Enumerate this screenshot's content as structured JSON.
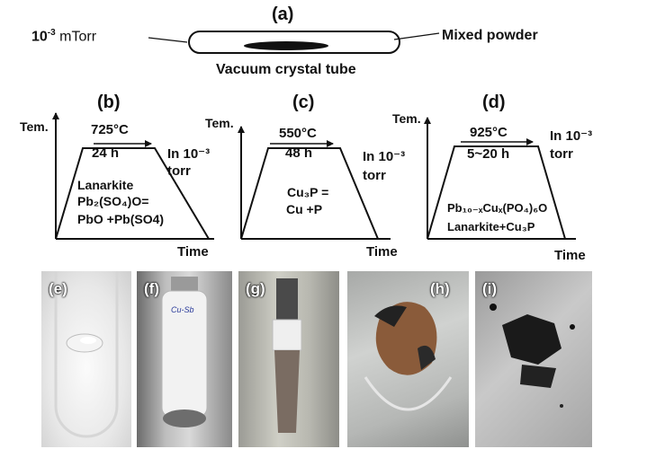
{
  "panel_a": {
    "label": "(a)",
    "pressure_base": "10",
    "pressure_exp": "-3",
    "pressure_unit": " mTorr",
    "tube_label": "Vacuum crystal tube",
    "powder_label": "Mixed powder"
  },
  "panel_b": {
    "label": "(b)",
    "y_axis": "Tem.",
    "x_axis": "Time",
    "temperature": "725°C",
    "duration": "24 h",
    "pressure_line1": "In 10⁻³",
    "pressure_line2": "torr",
    "reaction_line1": "Lanarkite",
    "reaction_line2": "Pb₂(SO₄)O=",
    "reaction_line3": "PbO +Pb(SO4)"
  },
  "panel_c": {
    "label": "(c)",
    "y_axis": "Tem.",
    "x_axis": "Time",
    "temperature": "550°C",
    "duration": "48 h",
    "pressure_line1": "In 10⁻³",
    "pressure_line2": "torr",
    "reaction_line1": "Cu₃P =",
    "reaction_line2": "Cu +P"
  },
  "panel_d": {
    "label": "(d)",
    "y_axis": "Tem.",
    "x_axis": "Time",
    "temperature": "925°C",
    "duration": "5~20 h",
    "pressure_line1": "In 10⁻³",
    "pressure_line2": "torr",
    "reaction_line1": "Pb₁₀₋ₓCuₓ(PO₄)₆O",
    "reaction_line2": "Lanarkite+Cu₃P"
  },
  "photos": [
    {
      "label": "(e)"
    },
    {
      "label": "(f)"
    },
    {
      "label": "(g)"
    },
    {
      "label": "(h)"
    },
    {
      "label": "(i)"
    }
  ],
  "photo_f_vial_label": "Cu-Sb"
}
